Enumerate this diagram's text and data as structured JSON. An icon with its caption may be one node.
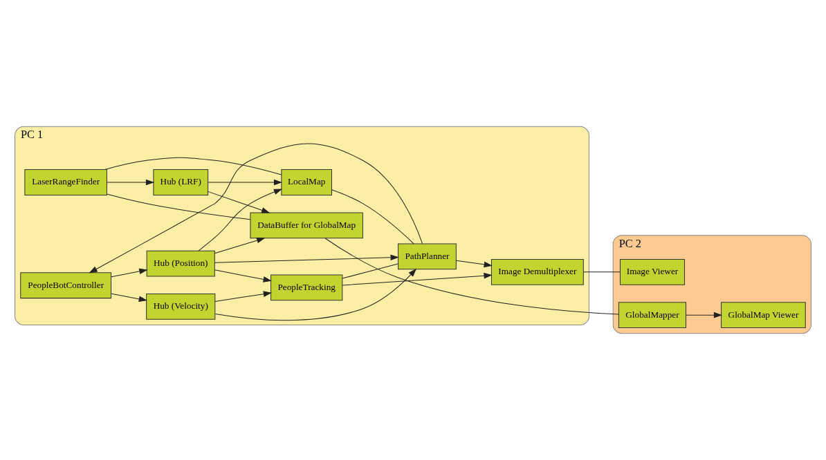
{
  "diagram": {
    "nodes": [
      {
        "text": [
          "PC 1"
        ]
      },
      {
        "text": [
          "LaserRangeFinder"
        ],
        "in": 0
      },
      {
        "text": [
          "Hub (LRF)"
        ],
        "in": 0
      },
      {
        "text": [
          "DataBuffer for GlobalMap"
        ],
        "in": 0
      },
      {
        "text": [
          "LocalMap"
        ],
        "in": 0
      },
      {
        "text": [
          "PeopleBotController"
        ],
        "in": 0
      },
      {
        "text": [
          "Hub (Position)"
        ],
        "in": 0
      },
      {
        "text": [
          "PathPlanner"
        ],
        "in": 0
      },
      {
        "text": [
          "Image Demultiplexer"
        ],
        "in": 0
      },
      {
        "text": [
          "Hub (Velocity)"
        ],
        "in": 0
      },
      {
        "text": [
          "PeopleTracking"
        ],
        "in": 0
      },
      {
        "text": [
          "PC 2"
        ]
      },
      {
        "text": [
          "GlobalMapper"
        ],
        "in": 11
      },
      {
        "text": [
          "GlobalMap Viewer"
        ],
        "in": 11
      },
      {
        "text": [
          "Image Viewer"
        ],
        "in": 11
      }
    ],
    "edges": [
      {
        "from": 1,
        "to": 2,
        "arrow": "to"
      },
      {
        "from": 1,
        "to": 4,
        "arrow": "none"
      },
      {
        "from": 1,
        "to": 3,
        "arrow": "none"
      },
      {
        "from": 2,
        "to": 3,
        "arrow": "to"
      },
      {
        "from": 2,
        "to": 4,
        "arrow": "to"
      },
      {
        "from": 3,
        "to": 12,
        "arrow": "none"
      },
      {
        "from": 12,
        "to": 13,
        "arrow": "to"
      },
      {
        "from": 4,
        "to": 7,
        "arrow": "none"
      },
      {
        "from": 5,
        "to": 6,
        "arrow": "to"
      },
      {
        "from": 5,
        "to": 9,
        "arrow": "to"
      },
      {
        "from": 6,
        "to": 3,
        "arrow": "to"
      },
      {
        "from": 6,
        "to": 4,
        "arrow": "to"
      },
      {
        "from": 6,
        "to": 7,
        "arrow": "to"
      },
      {
        "from": 6,
        "to": 10,
        "arrow": "to"
      },
      {
        "from": 9,
        "to": 7,
        "arrow": "to"
      },
      {
        "from": 9,
        "to": 10,
        "arrow": "to"
      },
      {
        "from": 10,
        "to": 8,
        "arrow": "to"
      },
      {
        "from": 10,
        "to": 7,
        "arrow": "none"
      },
      {
        "from": 7,
        "to": 5,
        "arrow": "to"
      },
      {
        "from": 7,
        "to": 8,
        "arrow": "to"
      },
      {
        "from": 8,
        "to": 14,
        "arrow": "none"
      }
    ]
  }
}
